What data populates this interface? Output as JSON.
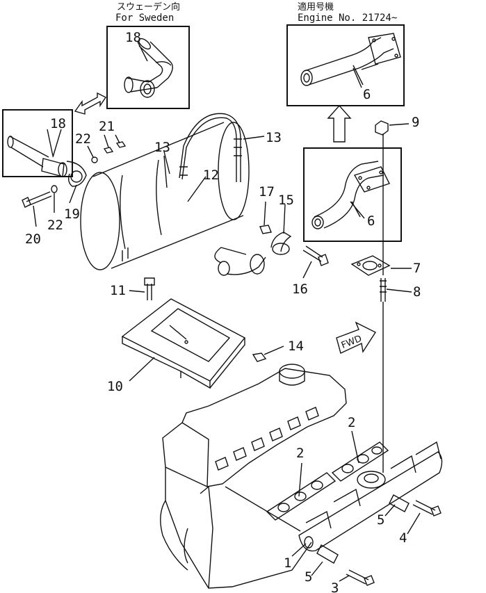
{
  "captions": {
    "sweden_jp": "スウェーデン向",
    "sweden_en": "For  Sweden",
    "engine_jp": "適用号機",
    "engine_en": "Engine  No. 21724~",
    "fwd": "FWD"
  },
  "parts": [
    {
      "id": "p1",
      "label": "1"
    },
    {
      "id": "p2a",
      "label": "2"
    },
    {
      "id": "p2b",
      "label": "2"
    },
    {
      "id": "p3",
      "label": "3"
    },
    {
      "id": "p4",
      "label": "4"
    },
    {
      "id": "p5a",
      "label": "5"
    },
    {
      "id": "p5b",
      "label": "5"
    },
    {
      "id": "p6a",
      "label": "6"
    },
    {
      "id": "p6b",
      "label": "6"
    },
    {
      "id": "p7",
      "label": "7"
    },
    {
      "id": "p8",
      "label": "8"
    },
    {
      "id": "p9",
      "label": "9"
    },
    {
      "id": "p10",
      "label": "10"
    },
    {
      "id": "p11",
      "label": "11"
    },
    {
      "id": "p12",
      "label": "12"
    },
    {
      "id": "p13a",
      "label": "13"
    },
    {
      "id": "p13b",
      "label": "13"
    },
    {
      "id": "p14",
      "label": "14"
    },
    {
      "id": "p15",
      "label": "15"
    },
    {
      "id": "p16",
      "label": "16"
    },
    {
      "id": "p17",
      "label": "17"
    },
    {
      "id": "p18a",
      "label": "18"
    },
    {
      "id": "p18b",
      "label": "18"
    },
    {
      "id": "p19",
      "label": "19"
    },
    {
      "id": "p20",
      "label": "20"
    },
    {
      "id": "p21",
      "label": "21"
    },
    {
      "id": "p22a",
      "label": "22"
    },
    {
      "id": "p22b",
      "label": "22"
    }
  ]
}
